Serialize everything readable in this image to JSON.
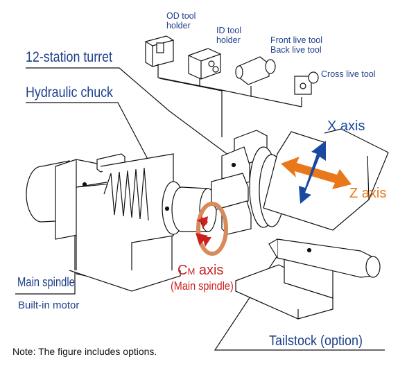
{
  "labels": {
    "od_tool_holder": [
      "OD tool",
      "holder"
    ],
    "id_tool_holder": [
      "ID tool",
      "holder"
    ],
    "live_tool": [
      "Front live tool",
      "Back live tool"
    ],
    "cross_live_tool": "Cross live tool",
    "turret": "12-station turret",
    "chuck": "Hydraulic chuck",
    "x_axis": "X axis",
    "z_axis": "Z axis",
    "main_spindle": "Main spindle",
    "builtin_motor": "Built-in motor",
    "cm_axis_main": "C",
    "cm_axis_sub": "M",
    "cm_axis_suffix": " axis",
    "cm_axis_note": "(Main spindle)",
    "tailstock": "Tailstock (option)",
    "note": "Note: The figure includes options."
  },
  "colors": {
    "label_blue": "#1d3f8a",
    "x_axis_arrow": "#1a4aa0",
    "z_axis_arrow": "#e8781a",
    "cm_axis_arrow": "#cc2020",
    "cm_ring": "#d98a5a"
  }
}
